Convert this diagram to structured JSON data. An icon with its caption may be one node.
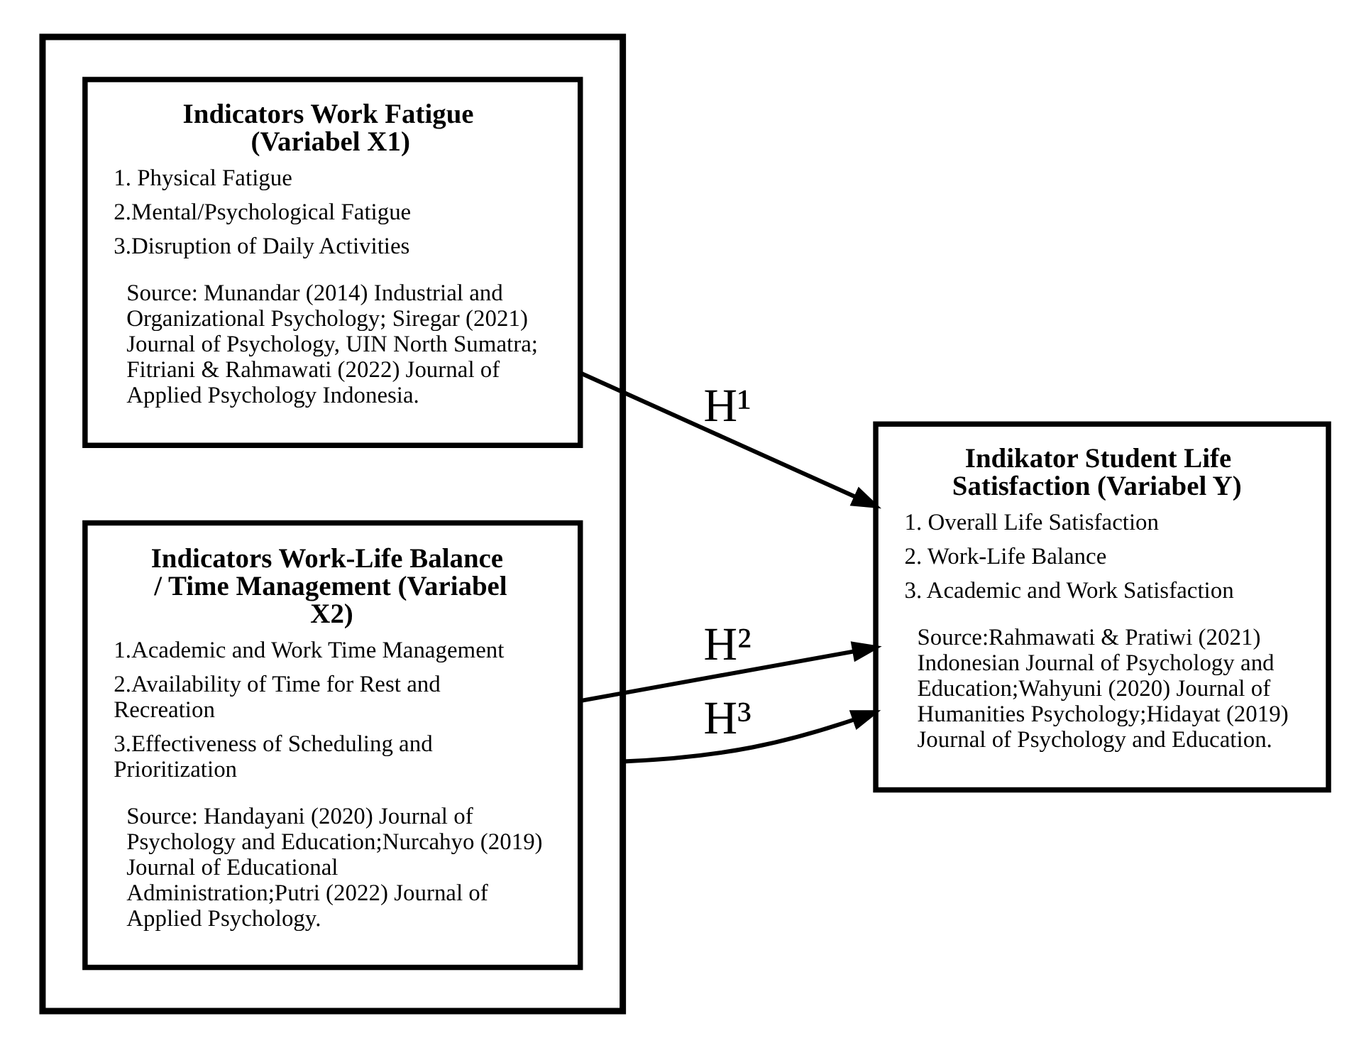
{
  "diagram": {
    "nodes": [
      {
        "text": [],
        "shape": "box"
      },
      {
        "text": [
          "Indicators Work Fatigue (Variabel X1)",
          "1. Physical Fatigue",
          "2.Mental/Psychological Fatigue",
          "3.Disruption of Daily Activities",
          "Source: Munandar (2014) Industrial and Organizational Psychology; Siregar (2021) Journal of Psychology, UIN North Sumatra; Fitriani & Rahmawati (2022) Journal of Applied Psychology Indonesia."
        ],
        "in": 0
      },
      {
        "text": [
          "Indicators Work-Life Balance / Time Management (Variabel X2)",
          "1.Academic and Work Time Management",
          "2.Availability of Time for Rest and Recreation",
          "3.Effectiveness of Scheduling and Prioritization",
          "Source: Handayani (2020) Journal of Psychology and Education;Nurcahyo (2019) Journal of Educational Administration;Putri (2022) Journal of Applied Psychology."
        ],
        "in": 0
      },
      {
        "text": [
          "Indikator Student Life Satisfaction (Variabel Y)",
          "1. Overall Life Satisfaction",
          "2. Work-Life Balance",
          "3. Academic and Work Satisfaction",
          "Source:Rahmawati & Pratiwi (2021) Indonesian Journal of Psychology and Education;Wahyuni (2020) Journal of Humanities Psychology;Hidayat (2019) Journal of Psychology and Education."
        ]
      }
    ],
    "edges": [
      {
        "from": 1,
        "to": 3,
        "arrow": "to",
        "label": "H¹"
      },
      {
        "from": 2,
        "to": 3,
        "arrow": "to",
        "label": "H²"
      },
      {
        "from": 0,
        "to": 3,
        "arrow": "to",
        "label": "H³"
      }
    ]
  }
}
